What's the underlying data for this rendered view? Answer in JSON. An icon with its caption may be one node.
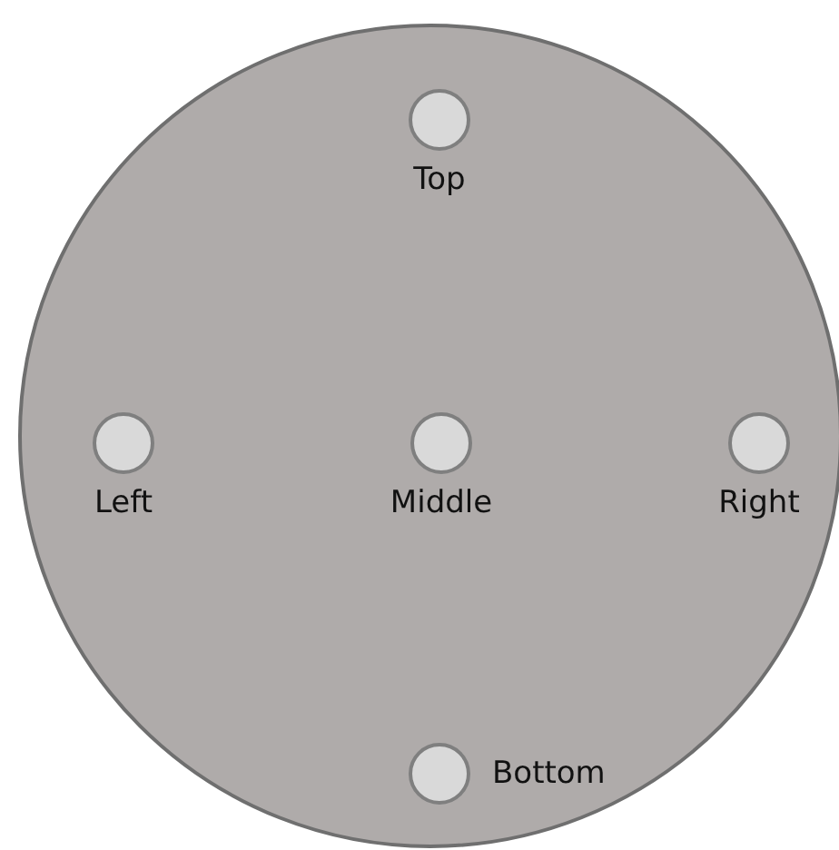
{
  "diagram": {
    "nodes": [
      {
        "text": [],
        "shape": "circle"
      },
      {
        "text": [],
        "shape": "circle",
        "in": 0,
        "beside": [
          "Top"
        ]
      },
      {
        "text": [],
        "shape": "circle",
        "in": 0,
        "beside": [
          "Left"
        ]
      },
      {
        "text": [],
        "shape": "circle",
        "in": 0,
        "beside": [
          "Middle"
        ]
      },
      {
        "text": [],
        "shape": "circle",
        "in": 0,
        "beside": [
          "Right"
        ]
      },
      {
        "text": [],
        "shape": "circle",
        "in": 0,
        "beside": [
          "Bottom"
        ]
      }
    ]
  }
}
